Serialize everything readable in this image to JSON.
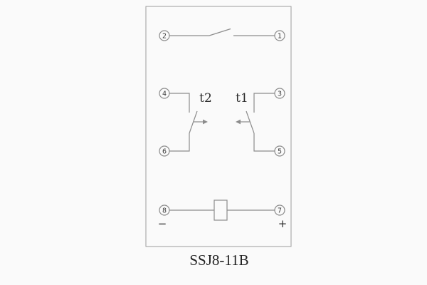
{
  "colors": {
    "line": "#8c8c8c",
    "outline": "#9c9c9c",
    "text": "#2e2e2e",
    "background": "#fafafa"
  },
  "schematic": {
    "caption": "SSJ8-11B",
    "top_contact": {
      "left_terminal": "2",
      "right_terminal": "1"
    },
    "left_timed_contact": {
      "top_terminal": "4",
      "bottom_terminal": "6",
      "label": "t2"
    },
    "right_timed_contact": {
      "top_terminal": "3",
      "bottom_terminal": "5",
      "label": "t1"
    },
    "coil_circuit": {
      "left_terminal": "8",
      "right_terminal": "7",
      "left_polarity": "−",
      "right_polarity": "+"
    }
  }
}
